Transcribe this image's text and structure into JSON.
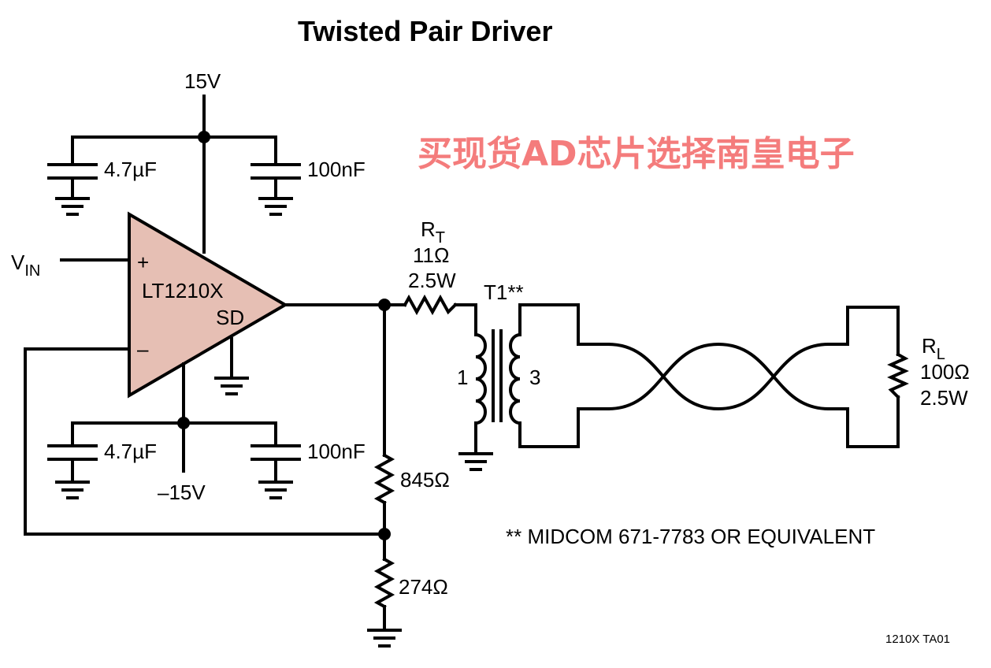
{
  "title": "Twisted Pair Driver",
  "watermark": "买现货AD芯片选择南皇电子",
  "colors": {
    "opamp_fill": "#e6bfb4",
    "watermark": "#f47c7c",
    "ink": "#000000"
  },
  "supply": {
    "positive": "15V",
    "negative": "–15V"
  },
  "capacitors": {
    "top_left": "4.7µF",
    "top_right": "100nF",
    "bottom_left": "4.7µF",
    "bottom_right": "100nF"
  },
  "input": {
    "label_main": "V",
    "label_sub": "IN"
  },
  "opamp": {
    "part": "LT1210X",
    "shutdown_pin": "SD",
    "noninverting": "+",
    "inverting": "–"
  },
  "series_resistor": {
    "name_main": "R",
    "name_sub": "T",
    "value": "11Ω",
    "power": "2.5W"
  },
  "feedback": {
    "upper": "845Ω",
    "lower": "274Ω"
  },
  "transformer": {
    "name": "T1**",
    "primary_ratio": "1",
    "secondary_ratio": "3"
  },
  "load": {
    "name_main": "R",
    "name_sub": "L",
    "value": "100Ω",
    "power": "2.5W"
  },
  "footnote": "** MIDCOM 671-7783 OR EQUIVALENT",
  "figure_id": "1210X TA01"
}
